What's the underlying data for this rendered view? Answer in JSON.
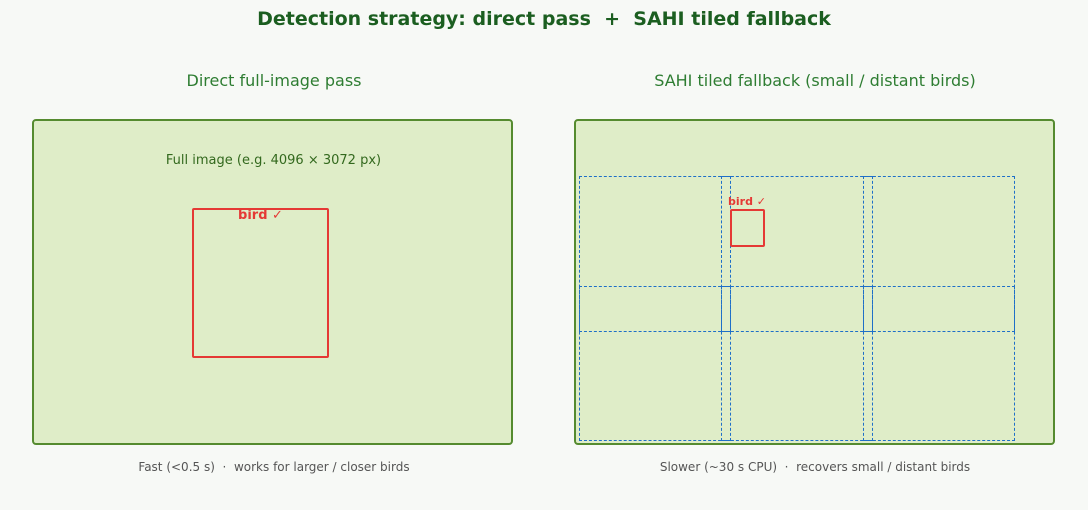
{
  "title": "Detection strategy: direct pass  +  SAHI tiled fallback",
  "left_panel": {
    "heading": "Direct full-image pass",
    "image_label": "Full image  (e.g. 4096 × 3072 px)",
    "detection_label": "bird ✓",
    "caption": "Fast (<0.5 s)  ·  works for larger / closer birds"
  },
  "right_panel": {
    "heading": "SAHI tiled fallback (small / distant birds)",
    "detection_label": "bird ✓",
    "caption": "Slower (~30 s CPU)  ·  recovers small / distant birds",
    "tile_grid": {
      "columns": 3,
      "rows": 2
    }
  },
  "colors": {
    "title": "#1b5e20",
    "heading": "#2e7d32",
    "panel_fill": "#dfedc8",
    "panel_border": "#558b2f",
    "detection": "#e53935",
    "tile": "#1e6fc8"
  }
}
